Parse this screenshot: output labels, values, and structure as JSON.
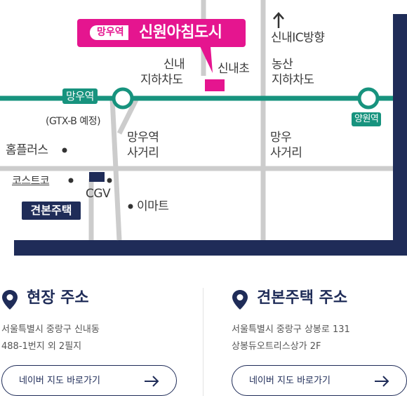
{
  "map": {
    "highlight": {
      "tag": "망우역",
      "name": "신원아침도시"
    },
    "stations": {
      "left": "망우역",
      "right": "양원역"
    },
    "labels": {
      "gtx": "(GTX-B 예정)",
      "sinnae_up": "↑",
      "sinnae_ic": "신내IC방향",
      "sinnae_tunnel_1": "신내",
      "sinnae_tunnel_2": "지하차도",
      "sinnaecho": "신내초",
      "nongsan_1": "농산",
      "nongsan_2": "지하차도",
      "homeplus": "홈플러스",
      "mangu_cross_1": "망우역",
      "mangu_cross_2": "사거리",
      "mangu_1": "망우",
      "mangu_2": "사거리",
      "costco": "코스트코",
      "cgv": "CGV",
      "emart": "이마트",
      "gyeonbon": "견본주택"
    },
    "colors": {
      "line": "#17937e",
      "road": "#cccccc",
      "pink": "#e5158f",
      "navy": "#1f2c58"
    }
  },
  "sites": {
    "site": {
      "title": "현장 주소",
      "icon": "map-pin-icon",
      "address_line1": "서울특별시 중랑구 신내동",
      "address_line2": "488-1번지 외 2필지",
      "button_label": "네이버 지도 바로가기"
    },
    "model": {
      "title": "견본주택 주소",
      "icon": "map-pin-icon",
      "address_line1": "서울특별시 중랑구 상봉로 131",
      "address_line2": "상봉듀오트리스상가 2F",
      "button_label": "네이버 지도 바로가기"
    }
  }
}
